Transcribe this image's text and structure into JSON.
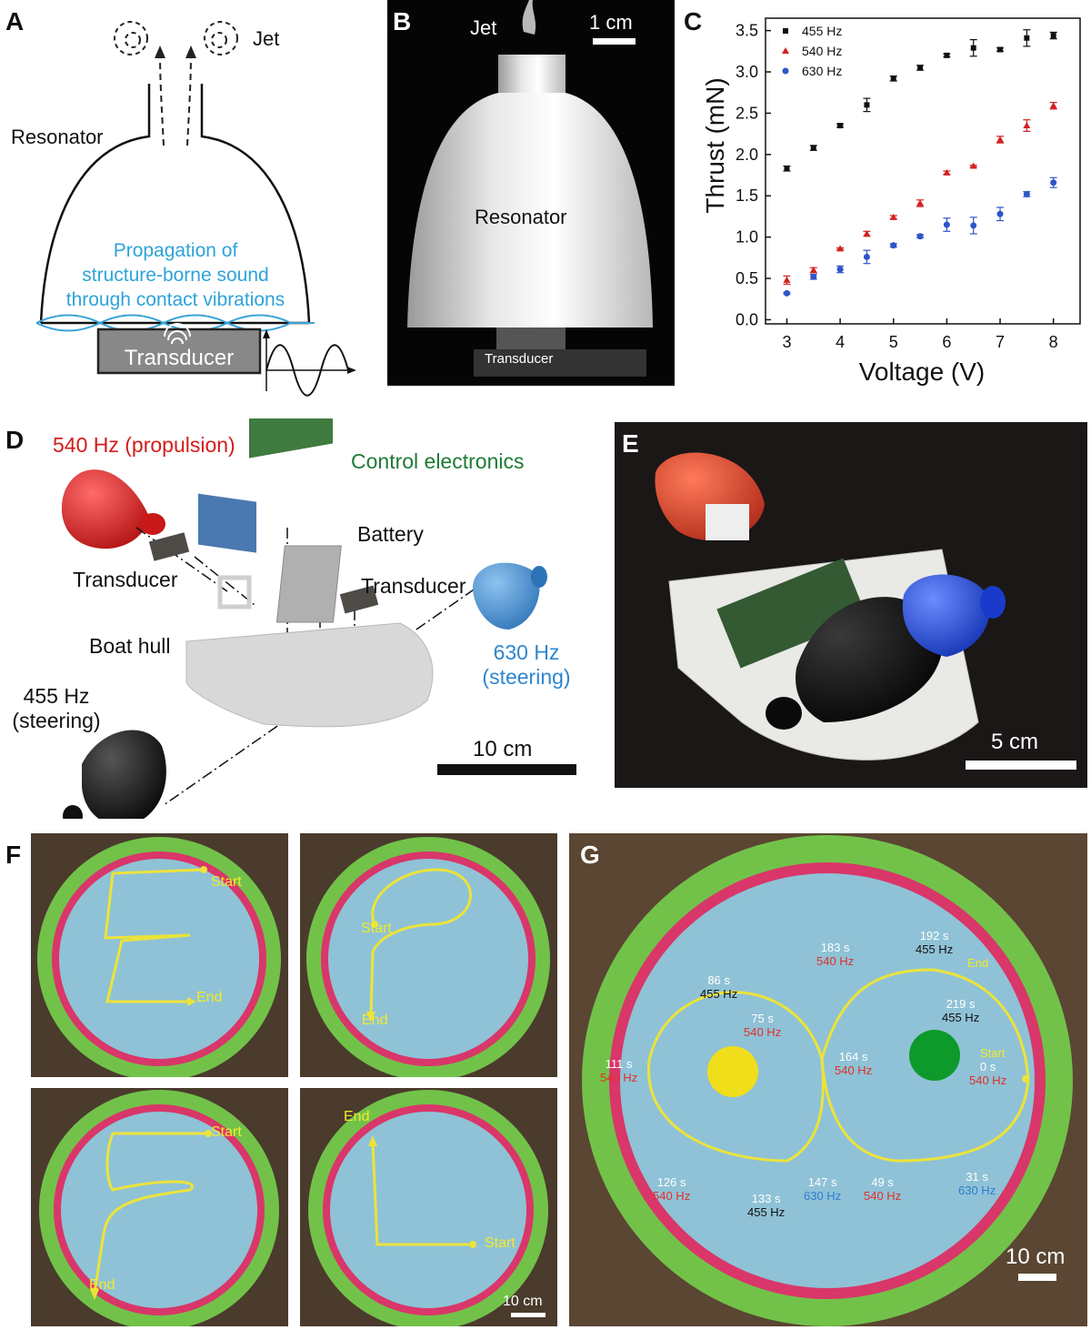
{
  "panels": {
    "a": "A",
    "b": "B",
    "c": "C",
    "d": "D",
    "e": "E",
    "f": "F",
    "g": "G"
  },
  "panel_a": {
    "jet": "Jet",
    "resonator": "Resonator",
    "propagation_lines": [
      "Propagation of",
      "structure-borne sound",
      "through contact vibrations"
    ],
    "transducer": "Transducer"
  },
  "panel_b": {
    "jet": "Jet",
    "scale": "1 cm",
    "resonator": "Resonator",
    "transducer": "Transducer"
  },
  "chart_data": {
    "type": "scatter",
    "xlabel": "Voltage (V)",
    "ylabel": "Thrust (mN)",
    "xlim": [
      2.6,
      8.5
    ],
    "ylim": [
      -0.05,
      3.65
    ],
    "xticks": [
      3,
      4,
      5,
      6,
      7,
      8
    ],
    "yticks": [
      0.0,
      0.5,
      1.0,
      1.5,
      2.0,
      2.5,
      3.0,
      3.5
    ],
    "legend_position": "top-left",
    "x": [
      3,
      3.5,
      4,
      4.5,
      5,
      5.5,
      6,
      6.5,
      7,
      7.5,
      8
    ],
    "series": [
      {
        "name": "455 Hz",
        "color": "#111111",
        "marker": "square",
        "values": [
          1.83,
          2.08,
          2.35,
          2.6,
          2.92,
          3.05,
          3.2,
          3.29,
          3.27,
          3.41,
          3.44
        ],
        "errors": [
          0.03,
          0.03,
          0.02,
          0.08,
          0.03,
          0.03,
          0.02,
          0.1,
          0.02,
          0.1,
          0.04
        ]
      },
      {
        "name": "540 Hz",
        "color": "#d42020",
        "marker": "triangle",
        "values": [
          0.48,
          0.6,
          0.86,
          1.04,
          1.24,
          1.41,
          1.78,
          1.86,
          2.18,
          2.35,
          2.59
        ],
        "errors": [
          0.05,
          0.03,
          0.01,
          0.03,
          0.02,
          0.04,
          0.02,
          0.01,
          0.04,
          0.07,
          0.04
        ]
      },
      {
        "name": "630 Hz",
        "color": "#2f55c8",
        "marker": "circle",
        "values": [
          0.32,
          0.52,
          0.61,
          0.76,
          0.9,
          1.01,
          1.15,
          1.14,
          1.28,
          1.52,
          1.66
        ],
        "errors": [
          0.01,
          0.03,
          0.04,
          0.08,
          0.02,
          0.02,
          0.08,
          0.1,
          0.08,
          0.03,
          0.06
        ]
      }
    ]
  },
  "panel_d": {
    "propulsion": "540 Hz (propulsion)",
    "control": "Control electronics",
    "battery": "Battery",
    "transducer_left": "Transducer",
    "transducer_right": "Transducer",
    "hull": "Boat hull",
    "steer_blue_freq": "630 Hz",
    "steer_blue_role": "(steering)",
    "steer_black_freq": "455 Hz",
    "steer_black_role": "(steering)",
    "scale": "10 cm",
    "colors": {
      "red": "#d41c1c",
      "blue": "#2e86cf",
      "green": "#1f7a33"
    }
  },
  "panel_e": {
    "scale": "5 cm"
  },
  "panel_f": {
    "start": "Start",
    "end": "End",
    "scale": "10 cm"
  },
  "panel_g": {
    "scale": "10 cm",
    "start": "Start",
    "end": "End",
    "annotations": [
      {
        "time": "183 s",
        "freq": "540 Hz",
        "freq_color": "#e0302a"
      },
      {
        "time": "192 s",
        "freq": "455 Hz",
        "freq_color": "#111111"
      },
      {
        "time": "86 s",
        "freq": "455 Hz",
        "freq_color": "#111111"
      },
      {
        "time": "219 s",
        "freq": "455 Hz",
        "freq_color": "#111111"
      },
      {
        "time": "75 s",
        "freq": "540 Hz",
        "freq_color": "#e0302a"
      },
      {
        "time": "111 s",
        "freq": "540 Hz",
        "freq_color": "#e0302a"
      },
      {
        "time": "164 s",
        "freq": "540 Hz",
        "freq_color": "#e0302a"
      },
      {
        "time": "0 s",
        "freq": "540 Hz",
        "freq_color": "#e0302a"
      },
      {
        "time": "126 s",
        "freq": "540 Hz",
        "freq_color": "#e0302a"
      },
      {
        "time": "147 s",
        "freq": "630 Hz",
        "freq_color": "#2d7fd0"
      },
      {
        "time": "49 s",
        "freq": "540 Hz",
        "freq_color": "#e0302a"
      },
      {
        "time": "31 s",
        "freq": "630 Hz",
        "freq_color": "#2d7fd0"
      },
      {
        "time": "133 s",
        "freq": "455 Hz",
        "freq_color": "#111111"
      }
    ]
  }
}
